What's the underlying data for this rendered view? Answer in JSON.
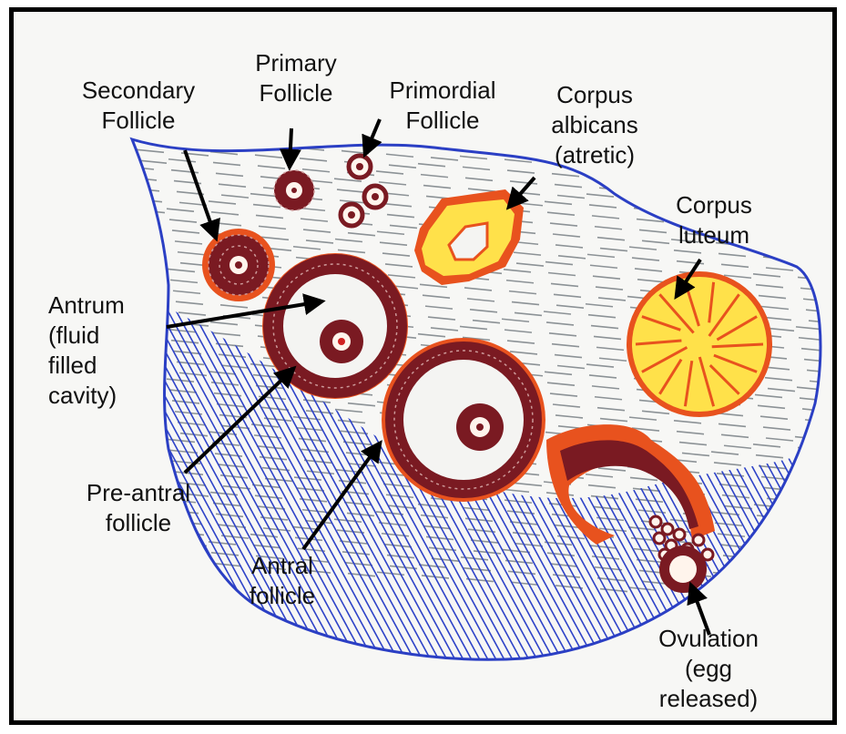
{
  "labels": {
    "secondary_follicle": "Secondary\nFollicle",
    "primary_follicle": "Primary\nFollicle",
    "primordial_follicle": "Primordial\nFollicle",
    "corpus_albicans": "Corpus\nalbicans\n(atretic)",
    "corpus_luteum": "Corpus\nluteum",
    "antrum": "Antrum\n(fluid\nfilled\ncavity)",
    "pre_antral_follicle": "Pre-antral\nfollicle",
    "antral_follicle": "Antral\nfollicle",
    "ovulation": "Ovulation\n(egg\nreleased)"
  },
  "colors": {
    "border": "#000000",
    "ovary_outline": "#2b3fc4",
    "medulla_hatch": "#2e43c8",
    "cortex_lines": "#8c9296",
    "granulosa": "#e8521e",
    "theca_cells": "#7a1a22",
    "luteum_yellow": "#ffe14a",
    "oocyte": "#fff4ec",
    "arrow": "#000000"
  }
}
